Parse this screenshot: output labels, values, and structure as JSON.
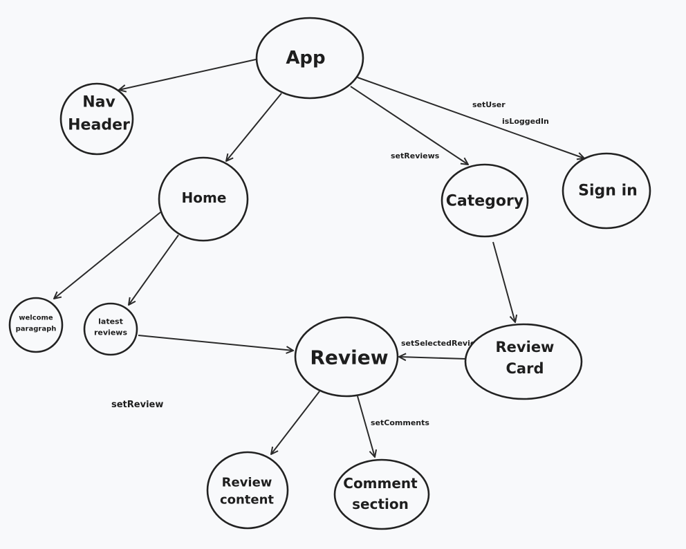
{
  "nodes": {
    "app": {
      "lines": [
        "App"
      ]
    },
    "nav_header": {
      "lines": [
        "Nav",
        "Header"
      ]
    },
    "home": {
      "lines": [
        "Home"
      ]
    },
    "category": {
      "lines": [
        "Category"
      ]
    },
    "sign_in": {
      "lines": [
        "Sign in"
      ]
    },
    "welcome_paragraph": {
      "lines": [
        "welcome",
        "paragraph"
      ]
    },
    "latest_reviews": {
      "lines": [
        "latest",
        "reviews"
      ]
    },
    "review": {
      "lines": [
        "Review"
      ]
    },
    "review_card": {
      "lines": [
        "Review",
        "Card"
      ]
    },
    "review_content": {
      "lines": [
        "Review",
        "content"
      ]
    },
    "comment_section": {
      "lines": [
        "Comment",
        "section"
      ]
    }
  },
  "edge_labels": {
    "set_user": "setUser",
    "is_logged_in": "isLoggedIn",
    "set_reviews": "setReviews",
    "set_selected_review": "setSelectedReview",
    "set_review": "setReview",
    "set_comments": "setComments"
  }
}
